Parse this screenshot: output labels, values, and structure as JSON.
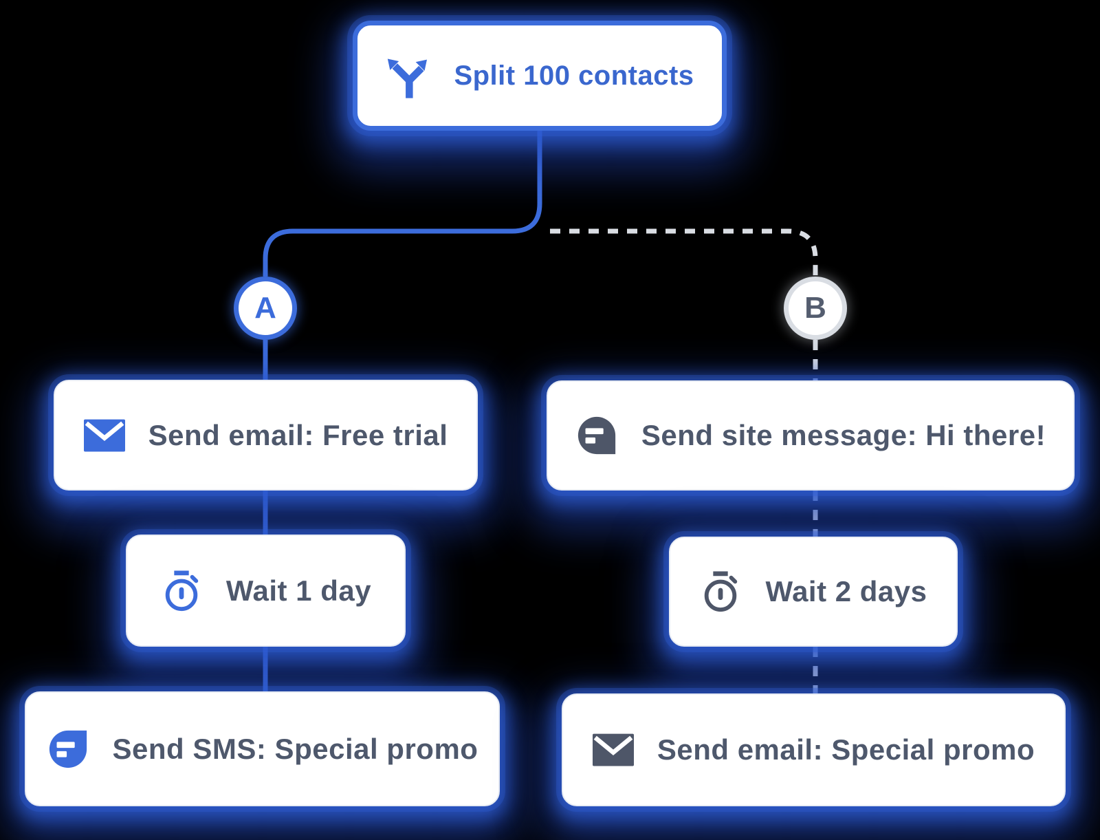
{
  "colors": {
    "background": "#000000",
    "primary_blue": "#3C6CDB",
    "text_blue": "#3A67CE",
    "text_slate": "#4E586C",
    "icon_slate": "#4E5668",
    "dash_gray": "#D9DDE3",
    "node_bg": "#FFFFFF",
    "glow_blue": "#2D5BD0"
  },
  "split_node": {
    "label": "Split 100 contacts",
    "icon": "split-arrows-icon"
  },
  "branches": [
    {
      "label": "A",
      "connector_style": "solid-blue",
      "steps": [
        {
          "label": "Send email: Free trial",
          "icon": "email-icon",
          "icon_color": "#3C6CDB"
        },
        {
          "label": "Wait 1 day",
          "icon": "stopwatch-icon",
          "icon_color": "#3C6CDB"
        },
        {
          "label": "Send SMS: Special promo",
          "icon": "chat-bubble-icon",
          "icon_color": "#3C6CDB"
        }
      ]
    },
    {
      "label": "B",
      "connector_style": "dashed-gray",
      "steps": [
        {
          "label": "Send site message: Hi there!",
          "icon": "chat-bubble-icon",
          "icon_color": "#4E5668"
        },
        {
          "label": "Wait 2 days",
          "icon": "stopwatch-icon",
          "icon_color": "#4E5668"
        },
        {
          "label": "Send email: Special promo",
          "icon": "email-icon",
          "icon_color": "#4E5668"
        }
      ]
    }
  ]
}
